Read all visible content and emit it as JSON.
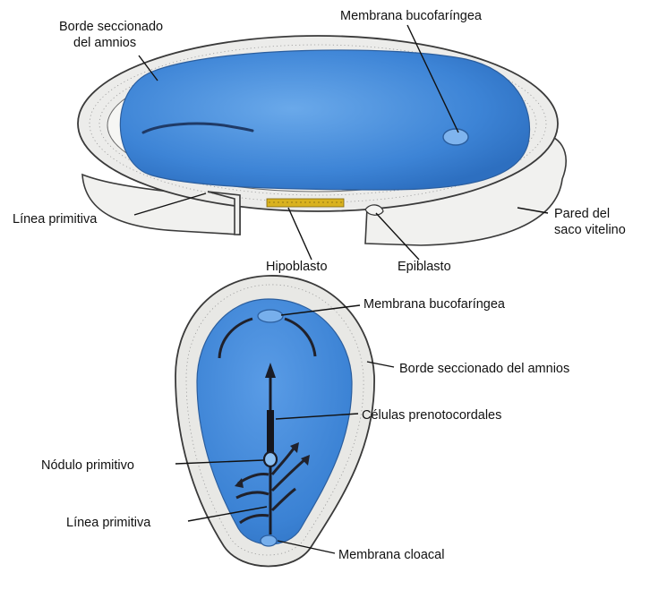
{
  "figure": {
    "top": {
      "labels": {
        "amnion_cut_edge_line1": "Borde seccionado",
        "amnion_cut_edge_line2": "del amnios",
        "buccopharyngeal_membrane": "Membrana bucofaríngea",
        "primitive_streak": "Línea primitiva",
        "yolk_sac_wall_line1": "Pared del",
        "yolk_sac_wall_line2": "saco vitelino",
        "hypoblast": "Hipoblasto",
        "epiblast": "Epiblasto"
      }
    },
    "bottom": {
      "labels": {
        "buccopharyngeal_membrane": "Membrana bucofaríngea",
        "amnion_cut_edge": "Borde seccionado del amnios",
        "prenotochordal_cells": "Células prenotocordales",
        "primitive_node": "Nódulo primitivo",
        "primitive_streak": "Línea primitiva",
        "cloacal_membrane": "Membrana cloacal"
      }
    },
    "colors": {
      "embryo_blue": "#3d84d6",
      "embryo_blue_light": "#6aa9ea",
      "amnion_gray": "#e9e9e6",
      "hypoblast_yellow": "#d9b21f",
      "line_dark": "#111111"
    }
  }
}
